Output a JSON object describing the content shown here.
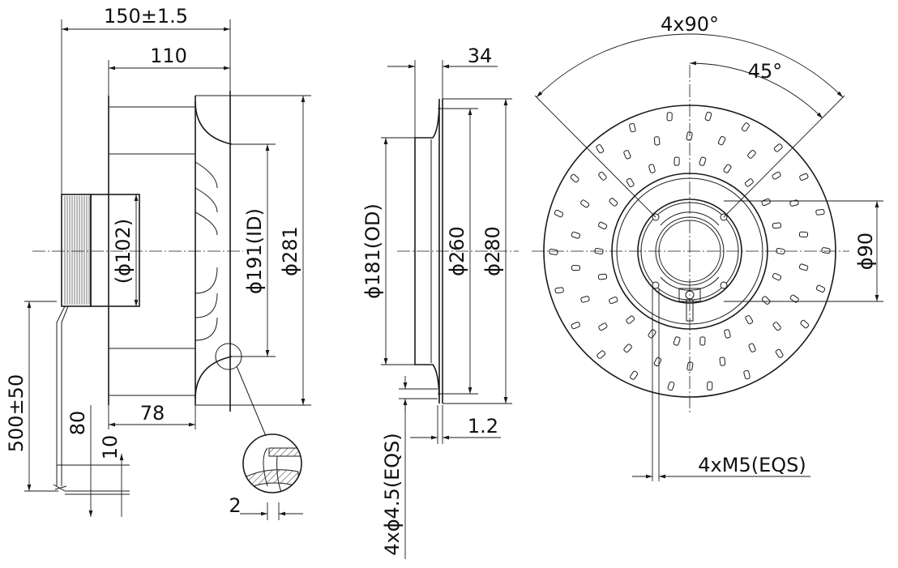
{
  "side_view": {
    "overall_length": "150±1.5",
    "wheel_length": "110",
    "hub_length": "78",
    "motor_diameter": "(ϕ102)",
    "inlet_id": "ϕ191(ID)",
    "wheel_od": "ϕ281",
    "cable_length": "500±50",
    "cable_strip": "80",
    "wire_strip": "10",
    "detail_thickness": "2"
  },
  "inlet_ring_view": {
    "depth": "34",
    "outer_dia": "ϕ181(OD)",
    "hole_circle": "ϕ260",
    "flange_dia": "ϕ280",
    "sheet_thickness": "1.2",
    "holes": "4xϕ4.5(EQS)"
  },
  "front_view": {
    "angle_spacing": "4x90°",
    "angle_offset": "45°",
    "bolt_circle": "ϕ90",
    "threads": "4xM5(EQS)"
  }
}
